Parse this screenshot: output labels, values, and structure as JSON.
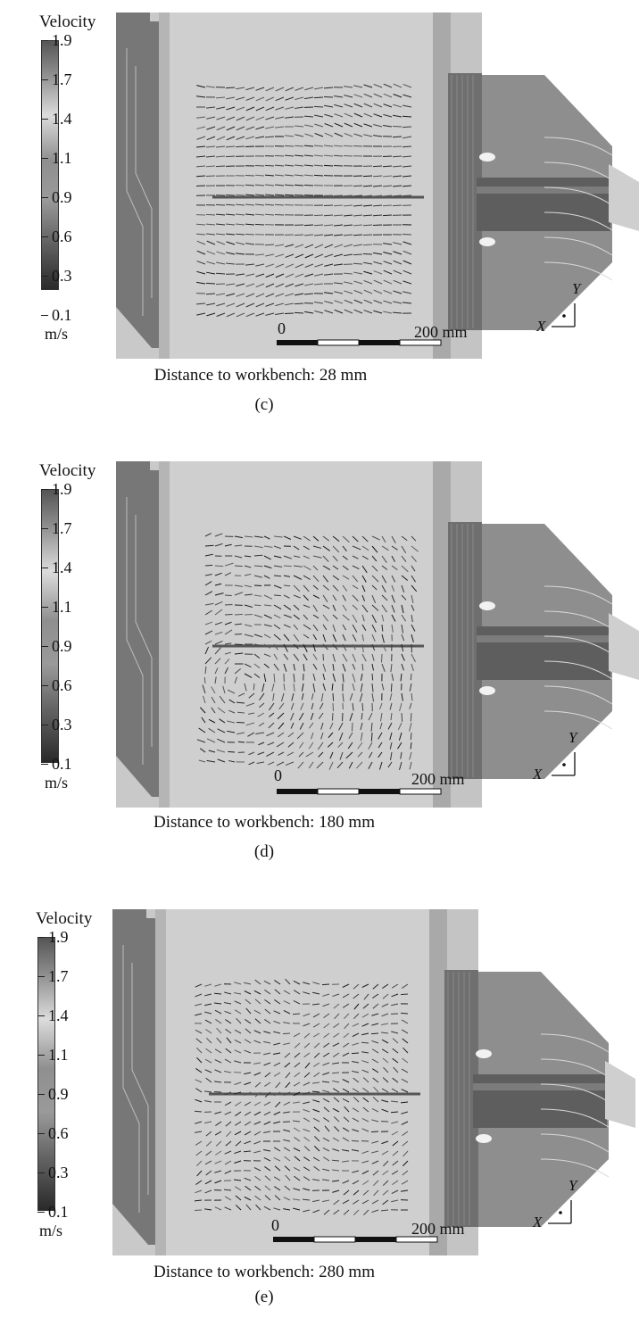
{
  "legend": {
    "title": "Velocity",
    "unit": "m/s",
    "ticks": [
      "1.9",
      "1.7",
      "1.4",
      "1.1",
      "0.9",
      "0.6",
      "0.3",
      "0.1"
    ]
  },
  "scale_bar": {
    "start": "0",
    "end": "200 mm"
  },
  "axes": {
    "y": "Y",
    "x": "X"
  },
  "panels": [
    {
      "caption": "Distance to workbench: 28 mm",
      "sublabel": "(c)",
      "pattern": "streamwise"
    },
    {
      "caption": "Distance to workbench: 180 mm",
      "sublabel": "(d)",
      "pattern": "vortex"
    },
    {
      "caption": "Distance to workbench: 280 mm",
      "sublabel": "(e)",
      "pattern": "mixed"
    }
  ]
}
